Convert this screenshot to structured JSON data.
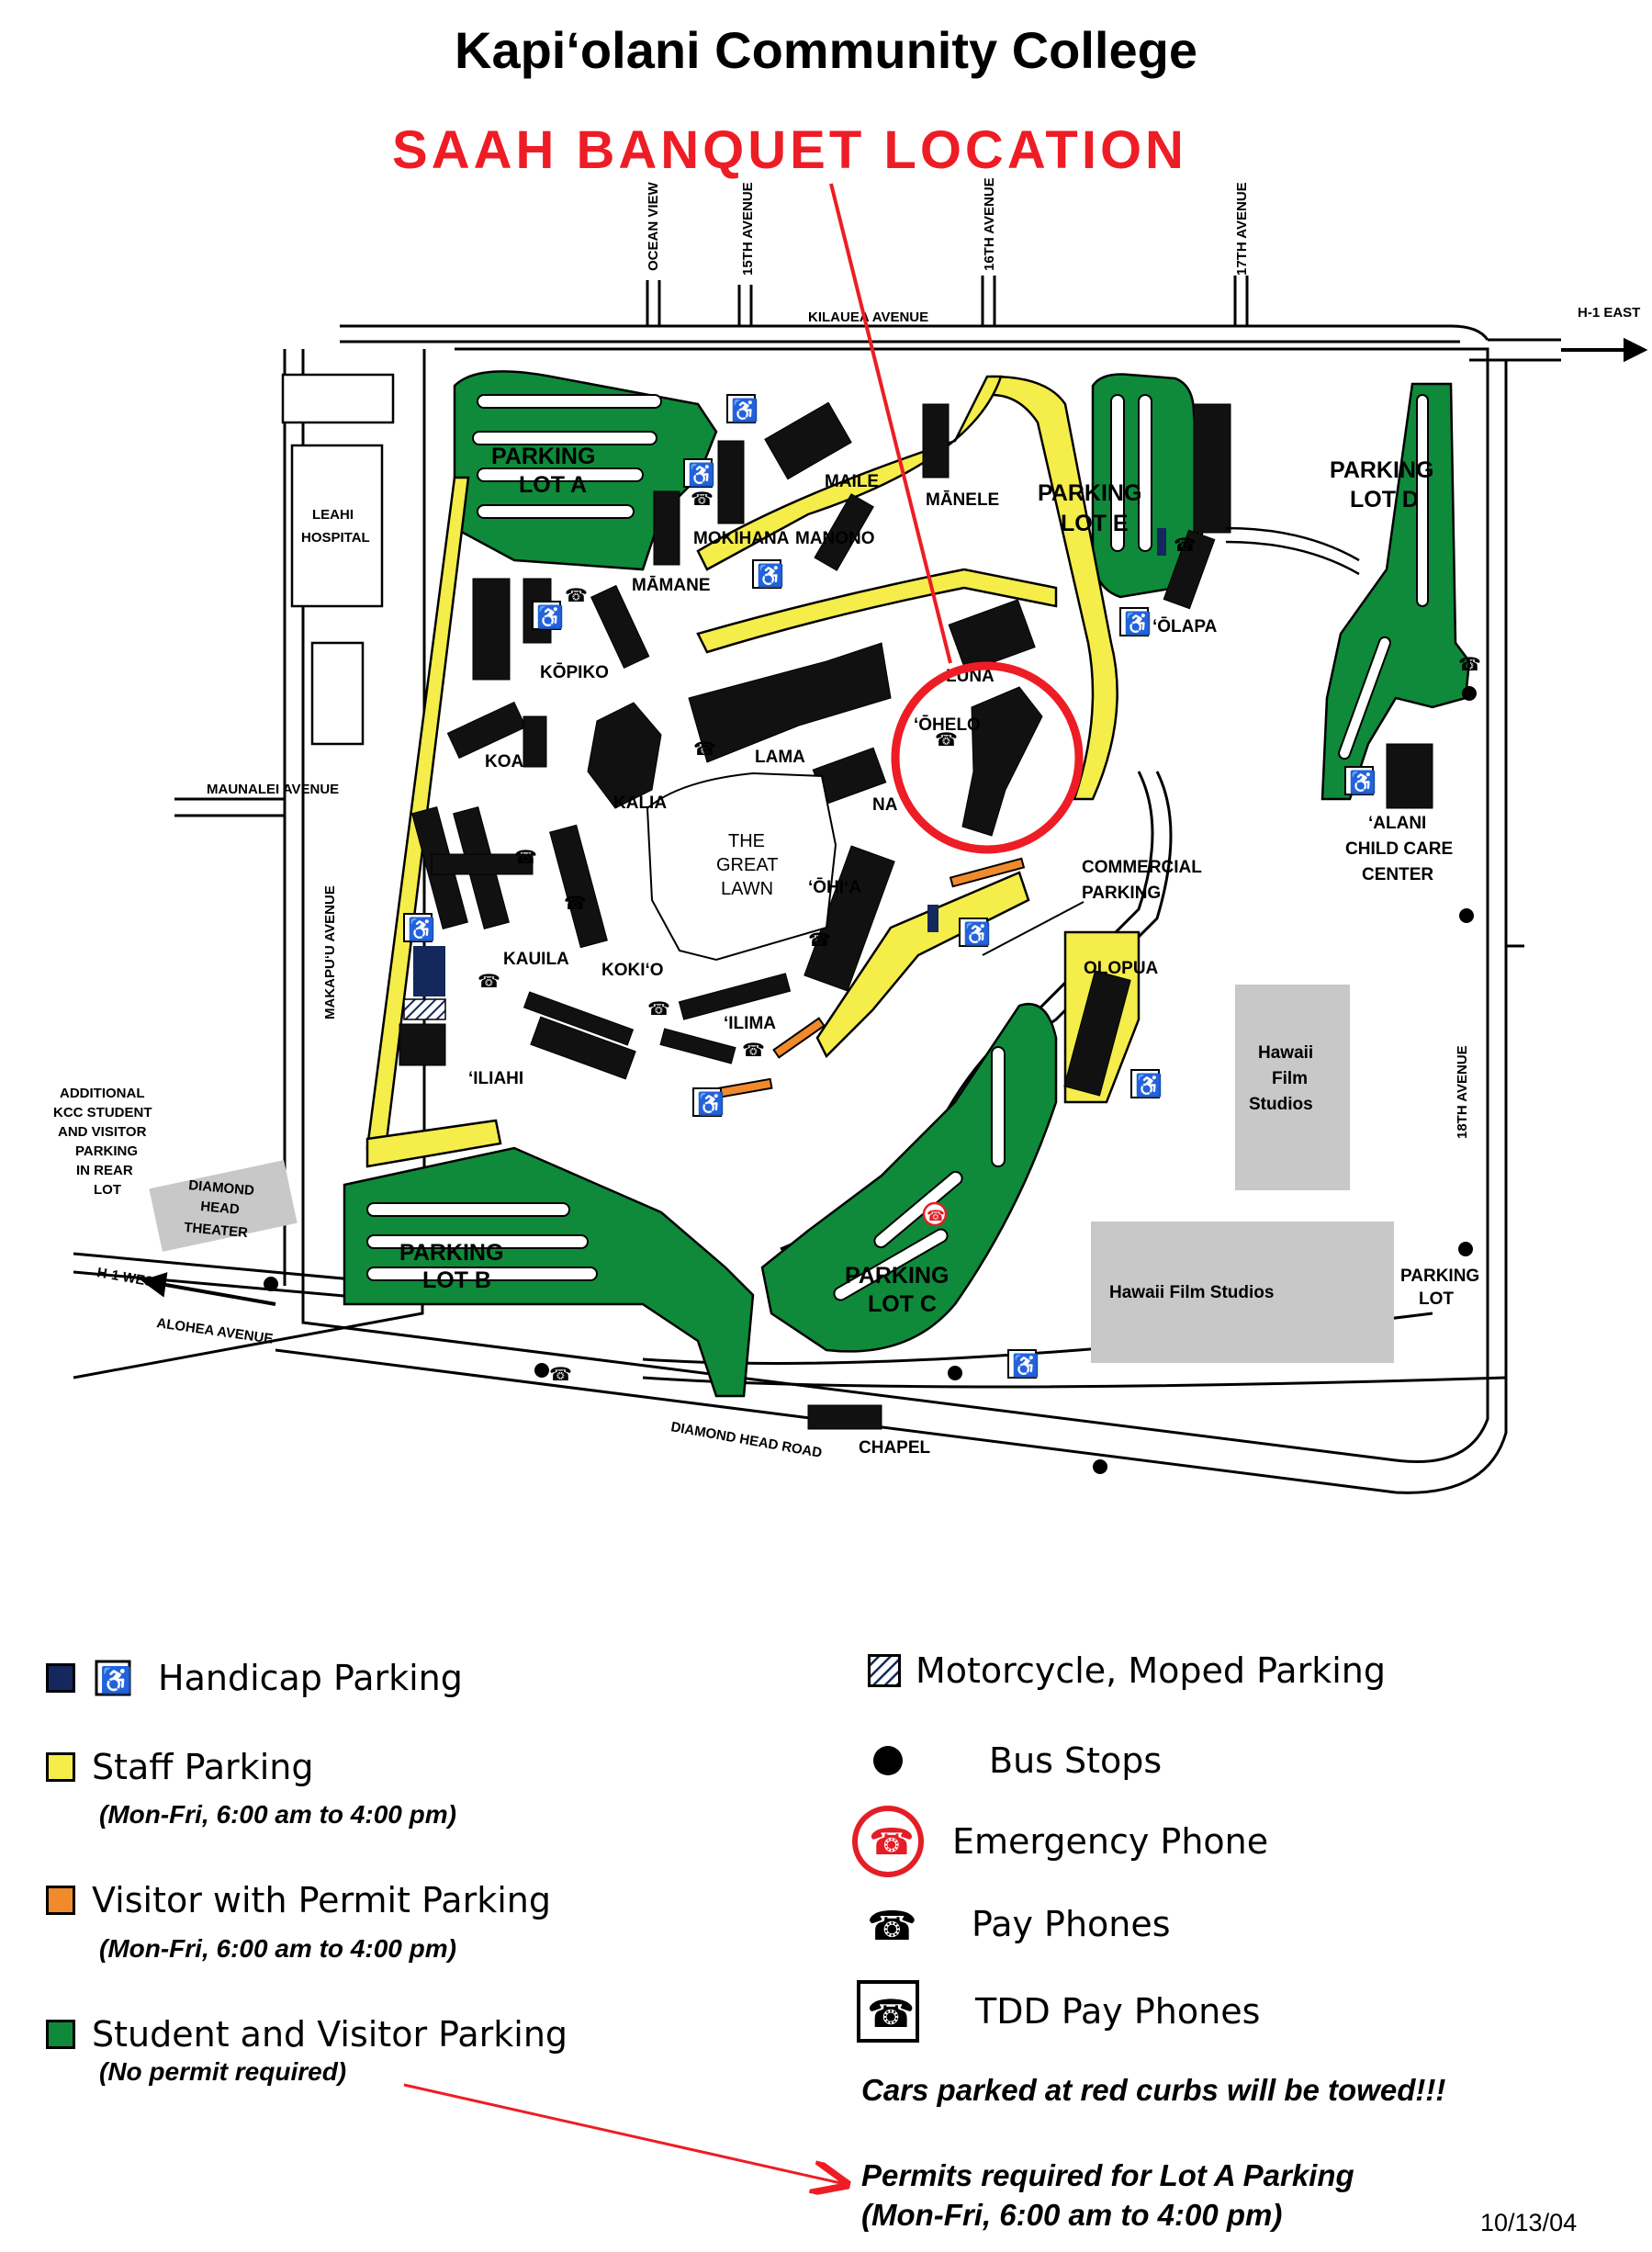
{
  "header": {
    "title": "Kapi‘olani Community College",
    "banner": "SAAH BANQUET LOCATION"
  },
  "colors": {
    "student_parking": "#0e8a3a",
    "staff_parking": "#f4ed4a",
    "visitor_permit": "#f08a2c",
    "handicap": "#14285e",
    "emergency": "#e41e26",
    "banner": "#ee1c24",
    "gray_block": "#c8c8c8"
  },
  "streets": {
    "ocean_view": "OCEAN VIEW",
    "fifteenth": "15TH AVENUE",
    "sixteenth": "16TH AVENUE",
    "seventeenth": "17TH AVENUE",
    "kilauea": "KILAUEA AVENUE",
    "h1_east": "H-1 EAST",
    "maunalei": "MAUNALEI AVENUE",
    "makapuu": "MAKAPU‘U AVENUE",
    "eighteenth": "18TH AVENUE",
    "h1_west": "H-1 WEST",
    "alohea": "ALOHEA AVENUE",
    "diamond_head_road": "DIAMOND HEAD ROAD"
  },
  "parking_lots": {
    "lot_a": [
      "PARKING",
      "LOT A"
    ],
    "lot_b": [
      "PARKING",
      "LOT B"
    ],
    "lot_c": [
      "PARKING",
      "LOT C"
    ],
    "lot_d": [
      "PARKING",
      "LOT D"
    ],
    "lot_e": [
      "PARKING",
      "LOT E"
    ],
    "commercial": [
      "COMMERCIAL",
      "PARKING"
    ],
    "parking_lot": [
      "PARKING",
      "LOT"
    ]
  },
  "buildings": {
    "maile": "MAILE",
    "manele": "MĀNELE",
    "mokihana": "MOKIHANA",
    "manono": "MANONO",
    "mamane": "MĀMANE",
    "olapa": "‘ŌLAPA",
    "kopiko": "KŌPIKO",
    "luna": "LUNA",
    "ohelo": "‘ŌHELO",
    "koa": "KOA",
    "kalia": "KALIA",
    "lama": "LAMA",
    "naio": "NA",
    "ohia": "‘ŌHI‘A",
    "kauila": "KAUILA",
    "kokio": "KOKI‘O",
    "ilima": "‘ILIMA",
    "iliahi": "‘ILIAHI",
    "olopua": "OLOPUA",
    "chapel": "CHAPEL",
    "alani": [
      "‘ALANI",
      "CHILD CARE",
      "CENTER"
    ]
  },
  "landmarks": {
    "great_lawn": [
      "THE",
      "GREAT",
      "LAWN"
    ],
    "leahi": [
      "LEAHI",
      "HOSPITAL"
    ],
    "diamond_head_theater": [
      "DIAMOND",
      "HEAD",
      "THEATER"
    ],
    "film_studios_small": [
      "Hawaii",
      "Film",
      "Studios"
    ],
    "film_studios_large": "Hawaii Film Studios",
    "additional_parking": [
      "ADDITIONAL",
      "KCC STUDENT",
      "AND VISITOR",
      "PARKING",
      "IN REAR",
      "LOT"
    ]
  },
  "legend": {
    "handicap": "Handicap Parking",
    "staff": "Staff Parking",
    "staff_hours": "(Mon-Fri, 6:00 am to 4:00 pm)",
    "visitor": "Visitor with Permit Parking",
    "visitor_hours": "(Mon-Fri, 6:00 am to 4:00 pm)",
    "student": "Student and Visitor Parking",
    "student_note": "(No permit required)",
    "motorcycle": "Motorcycle, Moped Parking",
    "bus": "Bus Stops",
    "emergency": "Emergency Phone",
    "pay": "Pay Phones",
    "tdd": "TDD Pay Phones"
  },
  "notes": {
    "red_curbs": "Cars parked at red curbs will be towed!!!",
    "permits_line1": "Permits required for Lot A Parking",
    "permits_line2": "(Mon-Fri, 6:00 am to 4:00 pm)"
  },
  "date": "10/13/04"
}
